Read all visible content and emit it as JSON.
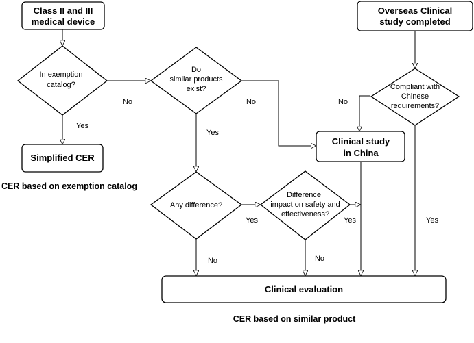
{
  "nodes": {
    "class_device": {
      "line1": "Class II and III",
      "line2": "medical device"
    },
    "overseas_study": {
      "line1": "Overseas Clinical",
      "line2": "study completed"
    },
    "exemption_catalog": {
      "line1": "In exemption",
      "line2": "catalog?"
    },
    "similar_products": {
      "line1": "Do",
      "line2": "similar products",
      "line3": "exist?"
    },
    "compliant": {
      "line1": "Compliant with",
      "line2": "Chinese",
      "line3": "requirements?"
    },
    "simplified_cer": {
      "label": "Simplified CER"
    },
    "clinical_study_china": {
      "line1": "Clinical study",
      "line2": "in China"
    },
    "any_difference": {
      "label": "Any difference?"
    },
    "difference_impact": {
      "line1": "Difference",
      "line2": "impact on safety and",
      "line3": "effectiveness?"
    },
    "clinical_evaluation": {
      "label": "Clinical evaluation"
    }
  },
  "edge_labels": {
    "exemption_no": "No",
    "exemption_yes": "Yes",
    "similar_no": "No",
    "similar_yes": "Yes",
    "compliant_no": "No",
    "compliant_yes": "Yes",
    "any_diff_yes": "Yes",
    "any_diff_no": "No",
    "impact_yes": "Yes",
    "impact_no": "No"
  },
  "captions": {
    "exemption_route": "CER based on exemption catalog",
    "similar_route": "CER based on similar product"
  }
}
